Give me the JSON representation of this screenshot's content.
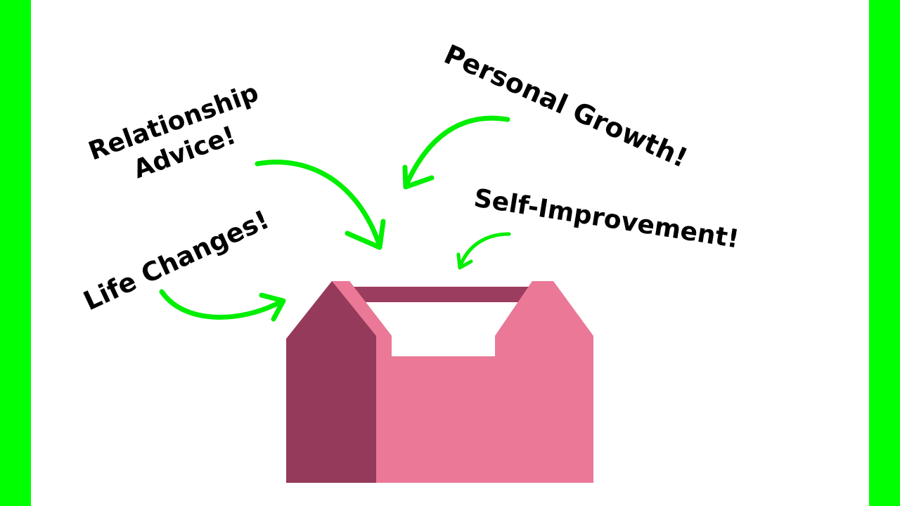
{
  "labels": {
    "relationship_line1": "Relationship",
    "relationship_line2": "Advice!",
    "personal_growth": "Personal Growth!",
    "self_improvement": "Self-Improvement!",
    "life_changes": "Life Changes!"
  },
  "colors": {
    "side_bars": "#00ff00",
    "arrows": "#00ee00",
    "toolbox_front": "#ea7896",
    "toolbox_side": "#953a5a",
    "toolbox_inner": "#b75070",
    "toolbox_handle": "#9b3d5e",
    "text": "#000000"
  },
  "icons": {
    "toolbox": "toolbox-icon",
    "arrow": "curved-arrow-icon"
  }
}
